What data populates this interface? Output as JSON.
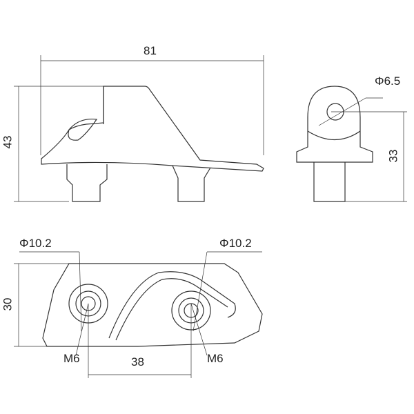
{
  "dimensions": {
    "side_width": "81",
    "side_height": "43",
    "front_hole_diameter": "Φ6.5",
    "front_height": "33",
    "top_left_diameter": "Φ10.2",
    "top_right_diameter": "Φ10.2",
    "top_depth": "30",
    "left_thread": "M6",
    "right_thread": "M6",
    "hole_spacing": "38"
  }
}
